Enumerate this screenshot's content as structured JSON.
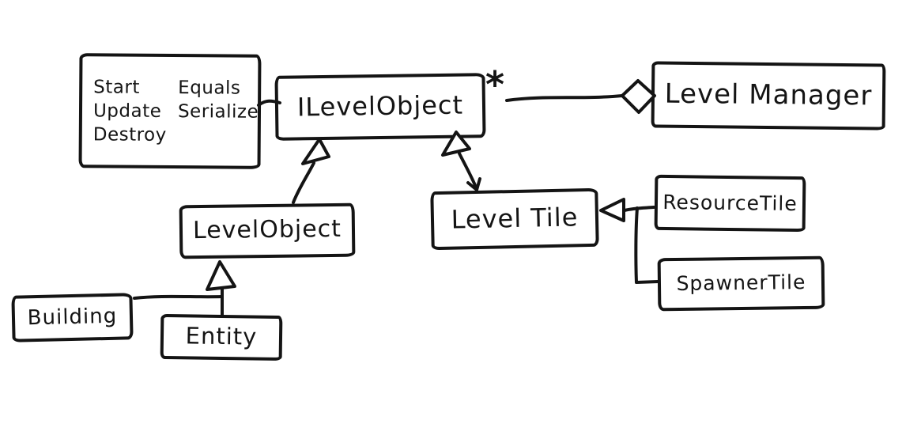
{
  "colors": {
    "ink": "#141414",
    "paper": "#ffffff"
  },
  "nodes": {
    "methods_note": {
      "col1": [
        "Start",
        "Update",
        "Destroy"
      ],
      "col2": [
        "Equals",
        "Serialize"
      ]
    },
    "ilevel_object": {
      "label": "ILevelObject"
    },
    "level_manager": {
      "label": "Level Manager"
    },
    "level_object": {
      "label": "LevelObject"
    },
    "level_tile": {
      "label": "Level Tile"
    },
    "resource_tile": {
      "label": "ResourceTile"
    },
    "spawner_tile": {
      "label": "SpawnerTile"
    },
    "building": {
      "label": "Building"
    },
    "entity": {
      "label": "Entity"
    }
  },
  "labels": {
    "multiplicity": "*"
  }
}
